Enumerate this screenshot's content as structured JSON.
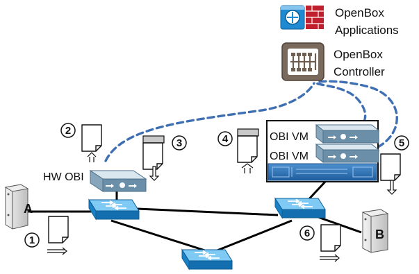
{
  "labels": {
    "applications": [
      "OpenBox",
      "Applications"
    ],
    "controller": [
      "OpenBox",
      "Controller"
    ],
    "hw_obi": "HW OBI",
    "obi_vm_top": "OBI VM",
    "obi_vm_bottom": "OBI VM",
    "host_a": "A",
    "host_b": "B"
  },
  "steps": [
    "1",
    "2",
    "3",
    "4",
    "5",
    "6"
  ],
  "colors": {
    "switch_fill": "#1f8ad1",
    "switch_edge": "#0d5f97",
    "obi_box": "#6b8fa8",
    "obi_box_top": "#a7c0d1",
    "controller": "#6f5e52",
    "dashed_link": "#3f6fb3",
    "links": "#000000"
  },
  "icons": [
    "server-icon",
    "switch-icon",
    "document-icon",
    "firewall-icon",
    "gear-icon",
    "arrow-icon"
  ]
}
